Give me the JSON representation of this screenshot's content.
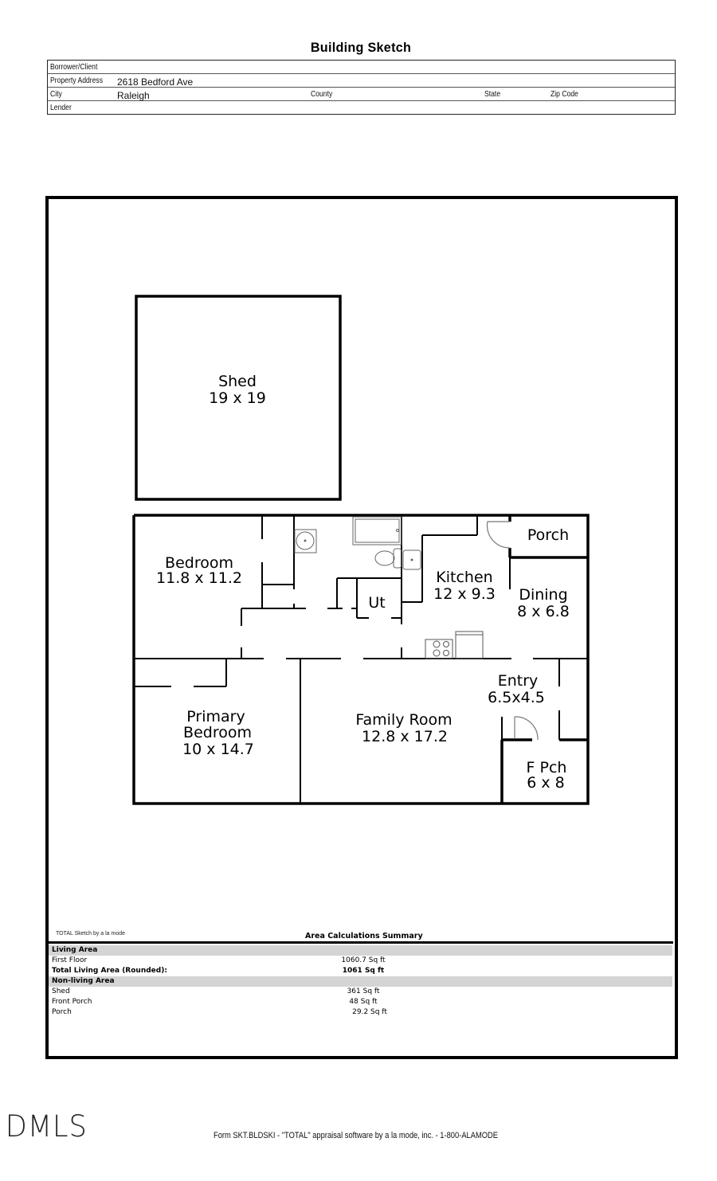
{
  "header": {
    "title": "Building Sketch"
  },
  "info": {
    "borrower_label": "Borrower/Client",
    "borrower_value": "",
    "address_label": "Property Address",
    "address_value": "2618 Bedford Ave",
    "city_label": "City",
    "city_value": "Raleigh",
    "county_label": "County",
    "county_value": "",
    "state_label": "State",
    "state_value": "",
    "zip_label": "Zip Code",
    "zip_value": "",
    "lender_label": "Lender",
    "lender_value": ""
  },
  "sketch": {
    "rooms": [
      {
        "name": "Shed",
        "dims": "19 x 19"
      },
      {
        "name": "Bedroom",
        "dims": "11.8 x 11.2"
      },
      {
        "name": "Ut",
        "dims": ""
      },
      {
        "name": "Kitchen",
        "dims": "12 x 9.3"
      },
      {
        "name": "Porch",
        "dims": ""
      },
      {
        "name": "Dining",
        "dims": "8 x 6.8"
      },
      {
        "name": "Entry",
        "dims": "6.5x4.5"
      },
      {
        "name": "Primary",
        "name2": "Bedroom",
        "dims": "10 x 14.7"
      },
      {
        "name": "Family Room",
        "dims": "12.8 x 17.2"
      },
      {
        "name": "F Pch",
        "dims": "6 x 8"
      }
    ],
    "fixtures": [
      "sink-icon",
      "bathtub-icon",
      "toilet-icon",
      "sink-icon",
      "stove-icon",
      "refrigerator-icon",
      "door-swing-icon"
    ]
  },
  "summary": {
    "credit": "TOTAL Sketch by a la mode",
    "title": "Area Calculations Summary",
    "living_header": "Living Area",
    "living_rows": [
      {
        "label": "First Floor",
        "value": "1060.7 Sq ft"
      }
    ],
    "total_label": "Total Living Area (Rounded):",
    "total_value": "1061 Sq ft",
    "nonliving_header": "Non-living Area",
    "nonliving_rows": [
      {
        "label": "Shed",
        "value": "361 Sq ft"
      },
      {
        "label": "Front Porch",
        "value": "48 Sq ft"
      },
      {
        "label": "Porch",
        "value": "29.2 Sq ft"
      }
    ]
  },
  "watermark": "DMLS",
  "footer": "Form SKT.BLDSKI - \"TOTAL\" appraisal software by a la mode, inc. - 1-800-ALAMODE"
}
